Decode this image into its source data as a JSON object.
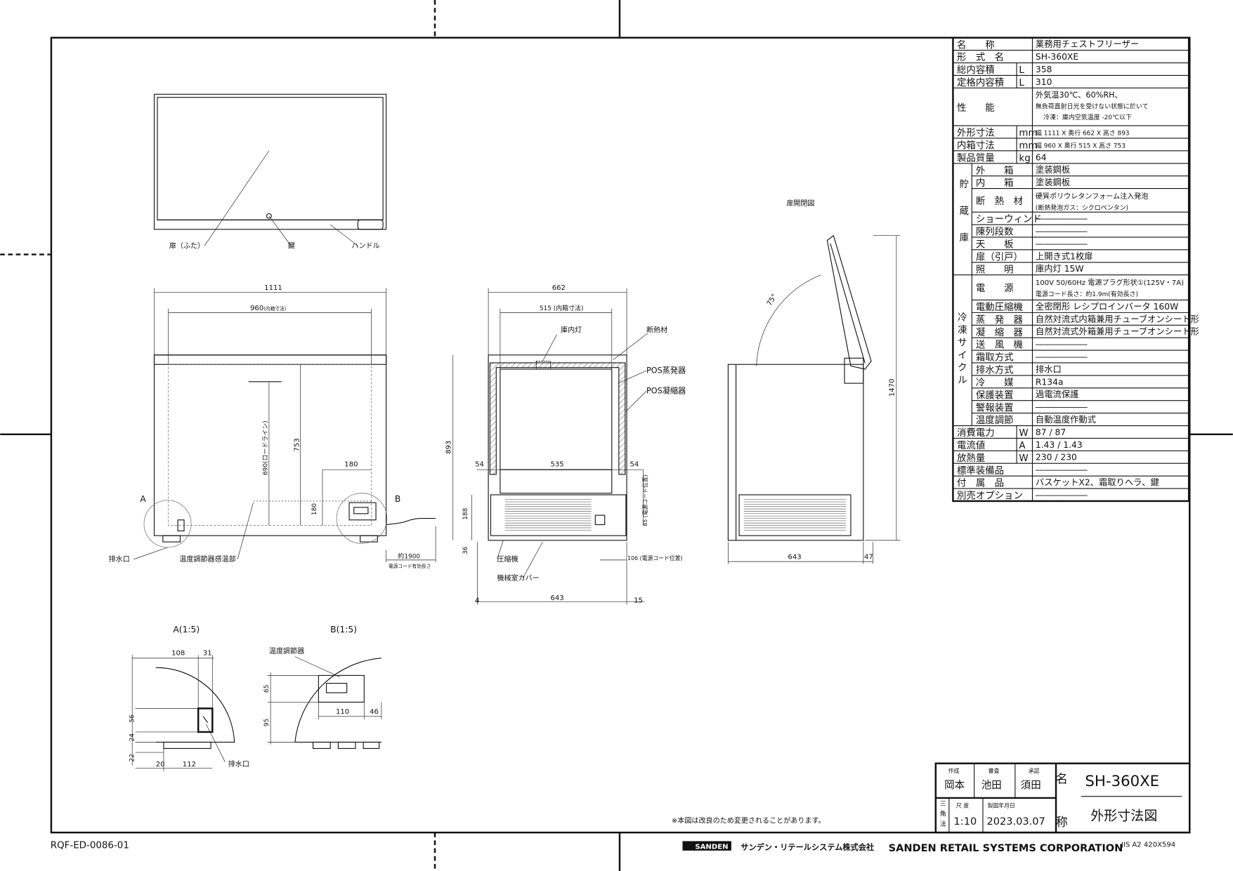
{
  "spec_table": {
    "rows": [
      {
        "label": "名　　称",
        "unit": "",
        "value": "業務用チェストフリーザー"
      },
      {
        "label": "形　式　名",
        "unit": "",
        "value": "SH-360XE"
      },
      {
        "label": "総内容積",
        "unit": "L",
        "value": "358"
      },
      {
        "label": "定格内容積",
        "unit": "L",
        "value": "310"
      },
      {
        "label": "性　　能",
        "unit": "",
        "value": "外気温30℃、60%RH、",
        "value2": "無負荷直射日光を受けない状態に於いて",
        "value3": "冷凍：庫内空気温度 -20℃以下"
      },
      {
        "label": "外形寸法",
        "unit": "mm",
        "value": "幅 1111 X 奥行 662 X 高さ 893"
      },
      {
        "label": "内箱寸法",
        "unit": "mm",
        "value": "幅 960 X 奥行 515 X 高さ 753"
      },
      {
        "label": "製品質量",
        "unit": "kg",
        "value": "64"
      }
    ],
    "storage_group": "貯蔵庫",
    "storage_rows": [
      {
        "label": "外　　箱",
        "value": "塗装鋼板"
      },
      {
        "label": "内　　箱",
        "value": "塗装鋼板"
      },
      {
        "label": "断　熱　材",
        "value": "硬質ポリウレタンフォーム注入発泡",
        "value2": "(断熱発泡ガス：シクロペンタン)"
      },
      {
        "label": "ショーウィンド",
        "value": "――――――"
      },
      {
        "label": "陳列段数",
        "value": "――――――"
      },
      {
        "label": "天　　板",
        "value": "――――――"
      },
      {
        "label": "扉（引戸）",
        "value": "上開き式1枚扉"
      },
      {
        "label": "照　　明",
        "value": "庫内灯 15W"
      }
    ],
    "cycle_group": "冷凍サイクル",
    "cycle_rows": [
      {
        "label": "電　　源",
        "value": "100V 50/60Hz 電源プラグ形状①(125V・7A)",
        "value2": "電源コード長さ：約1.9m(有効長さ)"
      },
      {
        "label": "電動圧縮機",
        "value": "全密閉形 レシプロインバータ 160W"
      },
      {
        "label": "蒸　発　器",
        "value": "自然対流式内箱兼用チューブオンシート形"
      },
      {
        "label": "凝　縮　器",
        "value": "自然対流式外箱兼用チューブオンシート形"
      },
      {
        "label": "送　風　機",
        "value": "――――――"
      },
      {
        "label": "霜取方式",
        "value": "――――――"
      },
      {
        "label": "排水方式",
        "value": "排水口"
      },
      {
        "label": "冷　　媒",
        "value": "R134a"
      },
      {
        "label": "保護装置",
        "value": "過電流保護"
      },
      {
        "label": "警報装置",
        "value": "――――――"
      },
      {
        "label": "温度調節",
        "value": "自動温度作動式"
      }
    ],
    "bottom_rows": [
      {
        "label": "消費電力",
        "unit": "W",
        "value": "87 / 87"
      },
      {
        "label": "電流値",
        "unit": "A",
        "value": "1.43 / 1.43"
      },
      {
        "label": "放熱量",
        "unit": "W",
        "value": "230 / 230"
      },
      {
        "label": "標準装備品",
        "unit": "",
        "value": "――――――"
      },
      {
        "label": "付　属　品",
        "unit": "",
        "value": "バスケットX2、霜取りヘラ、鍵"
      },
      {
        "label": "別売オプション",
        "unit": "",
        "value": "――――――"
      }
    ]
  },
  "top_view": {
    "lid": "扉（ふた）",
    "key": "鍵",
    "handle": "ハンドル"
  },
  "front_view": {
    "w": "1111",
    "inner_w": "960",
    "inner_w_note": "(内箱寸法)",
    "h753": "753",
    "load_line": "690(ロードライン)",
    "d180a": "180",
    "d180b": "180",
    "A": "A",
    "B": "B",
    "drain": "排水口",
    "sensor": "温度調節器感温部",
    "cord": "約1900",
    "cord_note": "電源コード有効長さ"
  },
  "side_view": {
    "d662": "662",
    "d515": "515 (内箱寸法)",
    "lamp": "庫内灯",
    "insul": "断熱材",
    "pos_evap": "POS蒸発器",
    "pos_cond": "POS凝縮器",
    "h893": "893",
    "d54a": "54",
    "d535": "535",
    "d54b": "54",
    "d188": "188",
    "d36": "36",
    "d85": "85 (電源コード位置)",
    "comp": "圧縮機",
    "cover": "機械室カバー",
    "d106": "106 (電源コード位置)",
    "d4": "4",
    "d643": "643",
    "d15": "15"
  },
  "open_view": {
    "title": "扉開閉図",
    "angle": "75°",
    "h1470": "1470",
    "d643": "643",
    "d47": "47"
  },
  "detail_a": {
    "title": "A(1:5)",
    "d108": "108",
    "d31": "31",
    "d56": "56",
    "d24": "24",
    "d22": "22",
    "d20": "20",
    "d112": "112",
    "drain": "排水口"
  },
  "detail_b": {
    "title": "B(1:5)",
    "thermo": "温度調節器",
    "d65": "65",
    "d95": "95",
    "d110": "110",
    "d46": "46"
  },
  "note": "※本図は改良のため変更されることがあります。",
  "doc_no": "RQF-ED-0086-01",
  "title_block": {
    "made_label": "作成",
    "made": "岡本",
    "check_label": "審査",
    "check": "池田",
    "approve_label": "承認",
    "approve": "須田",
    "proj": "三角法",
    "scale_label": "尺 度",
    "scale": "1:10",
    "date_label": "製図年月日",
    "date": "2023.03.07",
    "name_label_1": "名",
    "name_label_2": "称",
    "model": "SH-360XE",
    "drawing_name": "外形寸法図"
  },
  "footer": {
    "logo": "SANDEN",
    "company_jp": "サンデン・リテールシステム株式会社",
    "company_en": "SANDEN RETAIL SYSTEMS CORPORATION",
    "paper": "JIS A2 420X594"
  }
}
